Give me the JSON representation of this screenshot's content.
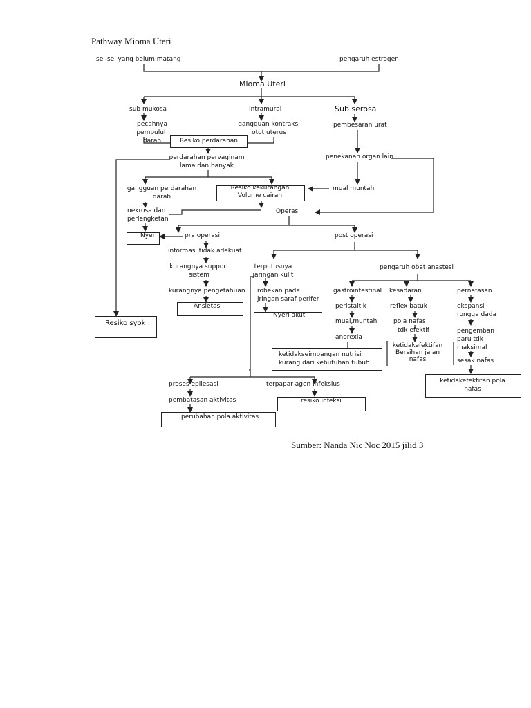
{
  "title": "Pathway Mioma Uteri",
  "source": "Sumber: Nanda Nic Noc 2015 jilid 3",
  "nodes": {
    "cause_cells": "sel-sel yang belum matang",
    "cause_estrogen": "pengaruh estrogen",
    "mioma_uteri": "Mioma Uteri",
    "sub_mukosa": "sub mukosa",
    "intramural": "Intramural",
    "sub_serosa": "Sub serosa",
    "pecahnya_pembuluh": "pecahnya pembuluh\ndarah",
    "gangguan_kontraksi": "gangguan kontraksi\notot uterus",
    "pembesaran_urat": "pembesaran urat",
    "resiko_perdarahan": "Resiko perdarahan",
    "perdarahan_pervaginam": "perdarahan pervaginam\nlama dan banyak",
    "penekanan_organ": "penekanan organ lain",
    "gangguan_perdarahan": "gangguan perdarahan\ndarah",
    "resiko_volume": "Resiko kekurangan\nVolume cairan",
    "mual_muntah_top": "mual muntah",
    "nekrosa": "nekrosa dan\nperlengketan",
    "operasi": "Operasi",
    "nyeri": "Nyeri",
    "pra_operasi": "pra operasi",
    "post_operasi": "post operasi",
    "informasi": "informasi tidak adekuat",
    "kurangnya_support": "kurangnya support\nsistem",
    "terputusnya": "terputusnya\njaringan kulit",
    "pengaruh_obat": "pengaruh obat anastesi",
    "kurangnya_pengetahuan": "kurangnya pengetahuan",
    "robekan": "robekan pada\njringan saraf perifer",
    "gastrointestinal": "gastrointestinal",
    "kesadaran": "kesadaran",
    "pernafasan": "pernafasan",
    "ansietas": "Ansietas",
    "peristaltik": "peristaltik",
    "reflex_batuk": "reflex batuk",
    "ekspansi": "ekspansi\nrongga dada",
    "resiko_syok": "Resiko syok",
    "nyeri_akut": "Nyeri akut",
    "mual_muntah": "mual,muntah",
    "pola_nafas": "pola nafas",
    "tdk_efektif": "tdk efektif",
    "anorexia": "anorexia",
    "pengembangan_paru": "pengemban\nparu tdk\nmaksimal",
    "ketidakseimbangan": "ketidakseimbangan nutrisi\nkurang dari kebutuhan tubuh",
    "ketidakefektifan_jalan": "ketidakefektifan\nBersihan jalan\nnafas",
    "sesak_nafas": "sesak nafas",
    "ketidakefektifan_pola": "ketidakefektifan pola\nnafas",
    "proses_epilesasi": "proses epilesasi",
    "terpapar": "terpapar agen infeksius",
    "pembatasan": "pembatasan aktivitas",
    "resiko_infeksi": "resiko infeksi",
    "perubahan_pola": "perubahan pola aktivitas"
  },
  "colors": {
    "line": "#222222",
    "text": "#111111",
    "background": "#ffffff"
  }
}
